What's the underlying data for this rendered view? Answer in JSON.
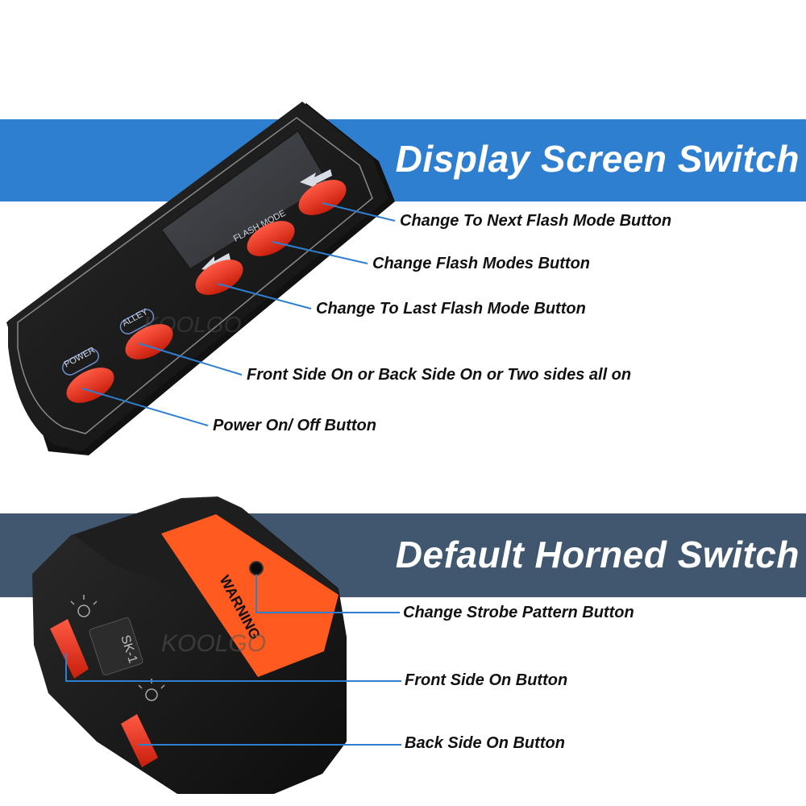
{
  "top_section": {
    "title": "Display Screen Switch",
    "callouts": [
      "Change To Next Flash Mode Button",
      "Change Flash Modes Button",
      "Change To Last Flash Mode Button",
      "Front Side On or Back Side On or Two sides all on",
      "Power On/ Off Button"
    ],
    "device_labels": {
      "power": "POWER",
      "alley": "ALLEY",
      "flash_mode": "FLASH MODE"
    },
    "watermark": "KOOLGO"
  },
  "bottom_section": {
    "title": "Default Horned Switch",
    "callouts": [
      "Change Strobe Pattern Button",
      "Front Side On Button",
      "Back Side On Button"
    ],
    "device_labels": {
      "warning": "WARNING",
      "model": "SK-1"
    },
    "watermark": "KOOLGO"
  },
  "colors": {
    "band_top": "#2f7fd0",
    "band_bottom": "#40576f",
    "button_red": "#e8341f",
    "callout_line": "#2f7fd0",
    "warning_orange": "#ff5a1f"
  }
}
